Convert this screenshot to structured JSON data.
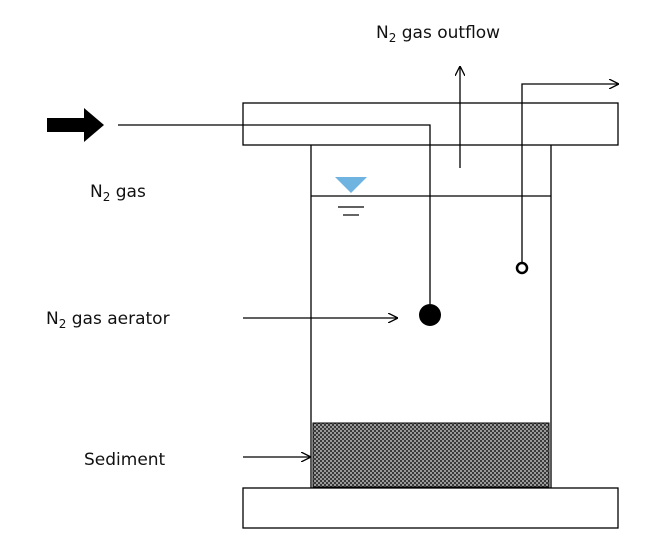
{
  "labels": {
    "outflow": {
      "prefix": "N",
      "sub": "2",
      "rest": " gas outflow"
    },
    "inflow": {
      "prefix": "N",
      "sub": "2",
      "rest": " gas"
    },
    "aerator": {
      "prefix": "N",
      "sub": "2",
      "rest": " gas aerator"
    },
    "sediment": "Sediment"
  },
  "colors": {
    "stroke": "#000000",
    "water_marker": "#6fb3e0",
    "sediment_fill": "#555555"
  }
}
